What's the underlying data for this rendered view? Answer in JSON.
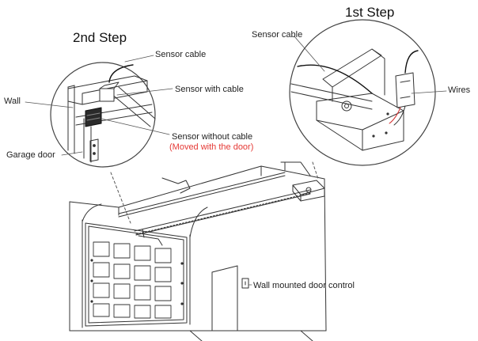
{
  "steps": {
    "first": "1st Step",
    "second": "2nd Step"
  },
  "labels": {
    "sensor_cable_left": "Sensor cable",
    "sensor_cable_right": "Sensor cable",
    "sensor_with_cable": "Sensor with cable",
    "wall": "Wall",
    "sensor_without_cable": "Sensor without cable",
    "moved_with_door": "(Moved with the door)",
    "garage_door": "Garage door",
    "wires": "Wires",
    "wall_mounted_control": "Wall mounted door control"
  },
  "colors": {
    "line": "#333333",
    "note": "#e53935",
    "wire_red": "#d32f2f"
  }
}
